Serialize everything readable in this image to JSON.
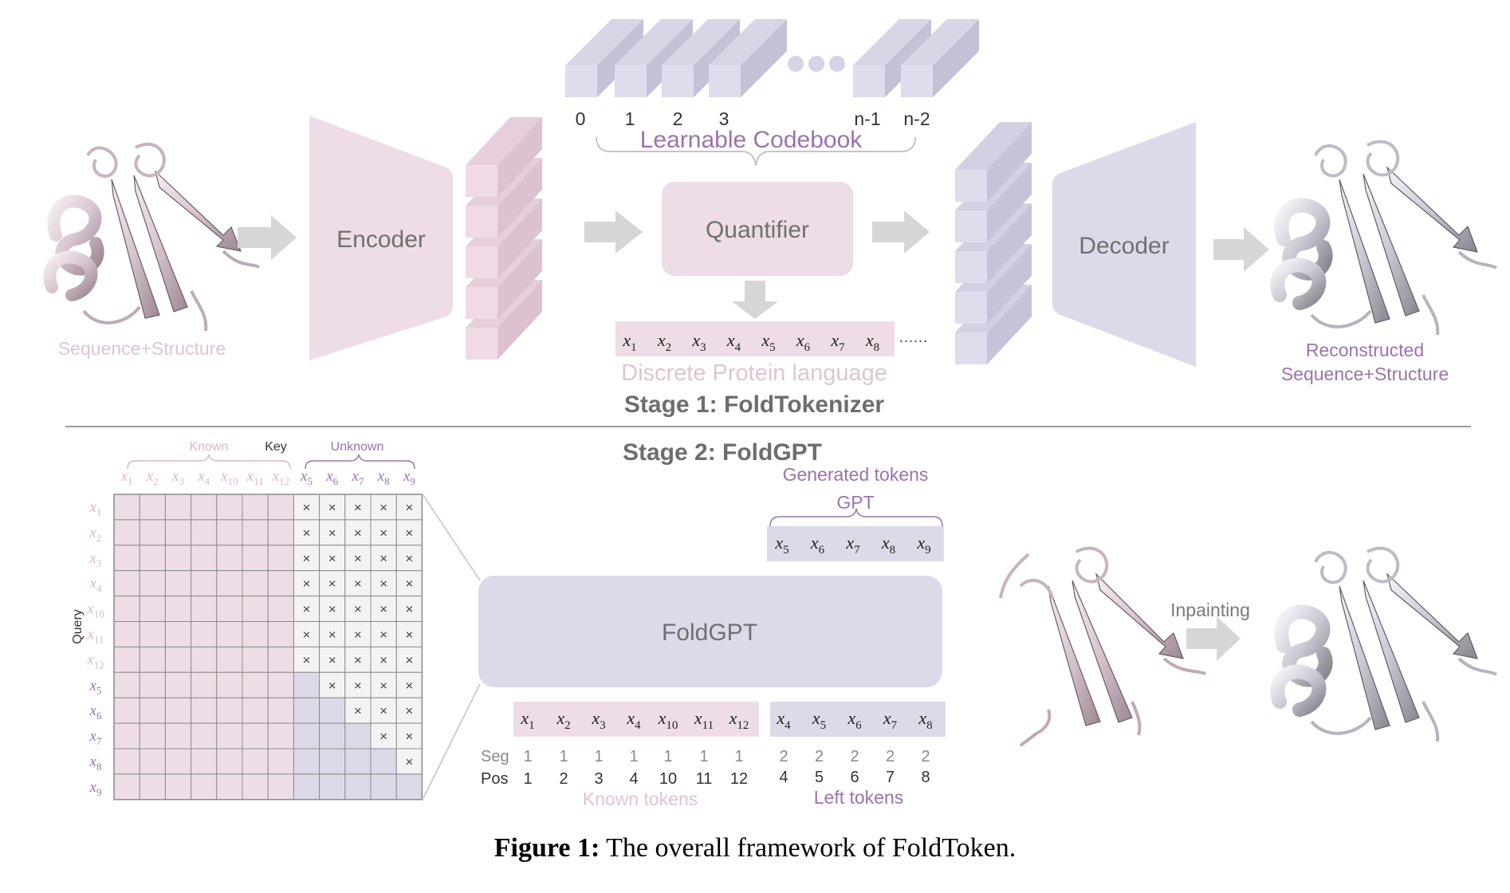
{
  "stage1": {
    "title": "Stage 1: FoldTokenizer",
    "input_label": "Sequence+Structure",
    "encoder_label": "Encoder",
    "codebook": {
      "title": "Learnable Codebook",
      "indices": [
        "0",
        "1",
        "2",
        "3",
        "n-1",
        "n-2"
      ]
    },
    "quantifier_label": "Quantifier",
    "tokens": [
      "x1",
      "x2",
      "x3",
      "x4",
      "x5",
      "x6",
      "x7",
      "x8"
    ],
    "tokens_ellipsis": "......",
    "tokens_caption": "Discrete Protein language",
    "decoder_label": "Decoder",
    "output_label_line1": "Reconstructed",
    "output_label_line2": "Sequence+Structure"
  },
  "stage2": {
    "title": "Stage 2: FoldGPT",
    "mask": {
      "known_label": "Known",
      "key_label": "Key",
      "unknown_label": "Unknown",
      "query_label": "Query",
      "columns": [
        "x1",
        "x2",
        "x3",
        "x4",
        "x10",
        "x11",
        "x12",
        "x5",
        "x6",
        "x7",
        "x8",
        "x9"
      ],
      "rows": [
        "x1",
        "x2",
        "x3",
        "x4",
        "x10",
        "x11",
        "x12",
        "x5",
        "x6",
        "x7",
        "x8",
        "x9"
      ],
      "known_count": 7,
      "mask_symbol": "×"
    },
    "gpt": {
      "generated_label": "Generated tokens",
      "gpt_label": "GPT",
      "generated_tokens": [
        "x5",
        "x6",
        "x7",
        "x8",
        "x9"
      ],
      "model_label": "FoldGPT",
      "known_tokens": [
        "x1",
        "x2",
        "x3",
        "x4",
        "x10",
        "x11",
        "x12"
      ],
      "left_tokens": [
        "x4",
        "x5",
        "x6",
        "x7",
        "x8"
      ],
      "seg_label": "Seg",
      "pos_label": "Pos",
      "seg_known": [
        "1",
        "1",
        "1",
        "1",
        "1",
        "1",
        "1"
      ],
      "pos_known": [
        "1",
        "2",
        "3",
        "4",
        "10",
        "11",
        "12"
      ],
      "seg_left": [
        "2",
        "2",
        "2",
        "2",
        "2"
      ],
      "pos_left": [
        "4",
        "5",
        "6",
        "7",
        "8"
      ],
      "known_caption": "Known tokens",
      "left_caption": "Left tokens"
    },
    "inpainting_label": "Inpainting"
  },
  "caption": {
    "label": "Figure 1:",
    "text": "The overall framework of FoldToken."
  },
  "colors": {
    "pink": "#eedde6",
    "pink_dark": "#d9bfd0",
    "lavender": "#dcdae8",
    "lavender_dark": "#c6c3d8",
    "purple_text": "#9b73ad",
    "pink_text": "#dcb6cc",
    "gray_text": "#6d6d6d",
    "arrow": "#d6d6d6"
  }
}
